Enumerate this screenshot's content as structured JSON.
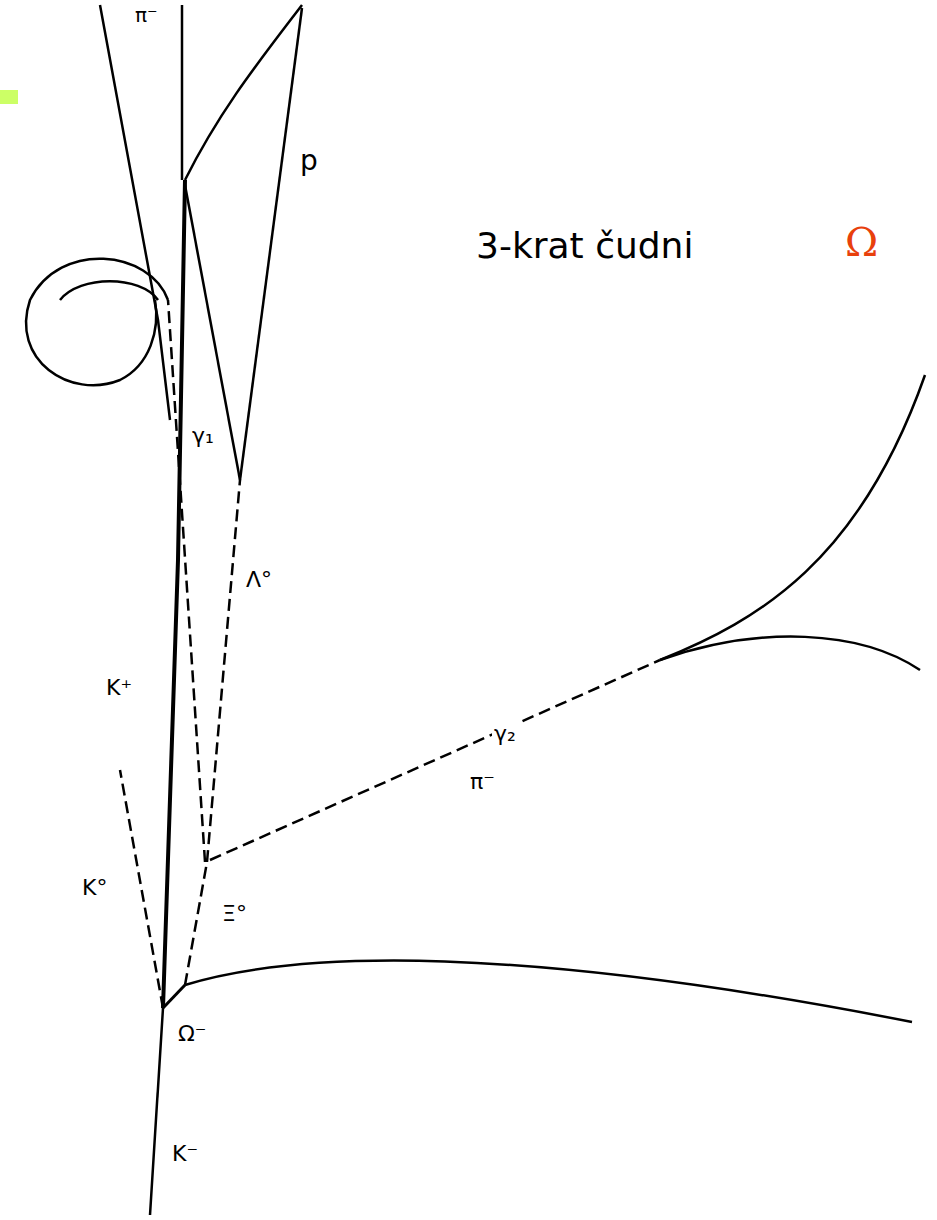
{
  "diagram": {
    "labels": [
      "π⁻",
      "p",
      "3-krat čudni",
      "Ω",
      "γ₁",
      "Λ°",
      "K⁺",
      "γ₂",
      "K°",
      "Ξ°",
      "π⁻",
      "Ω⁻",
      "K⁻"
    ]
  }
}
